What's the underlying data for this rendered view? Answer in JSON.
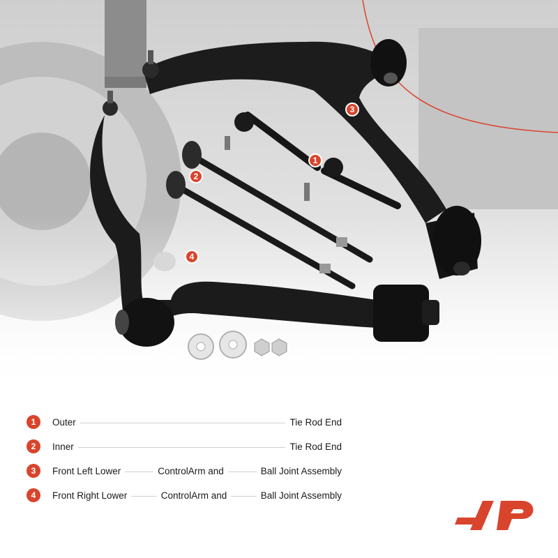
{
  "callouts": [
    "1",
    "2",
    "3",
    "4"
  ],
  "legend": [
    {
      "num": "1",
      "parts": [
        "Outer",
        "Tie Rod End"
      ]
    },
    {
      "num": "2",
      "parts": [
        "Inner",
        "Tie Rod End"
      ]
    },
    {
      "num": "3",
      "parts": [
        "Front Left Lower",
        "ControlArm and",
        "Ball Joint Assembly"
      ]
    },
    {
      "num": "4",
      "parts": [
        "Front Right Lower",
        "ControlArm and",
        "Ball Joint Assembly"
      ]
    }
  ],
  "colors": {
    "accent": "#d9442c",
    "arm": "#1b1b1b",
    "background": "#ffffff"
  },
  "icons": [
    "brand-logo-icon"
  ]
}
